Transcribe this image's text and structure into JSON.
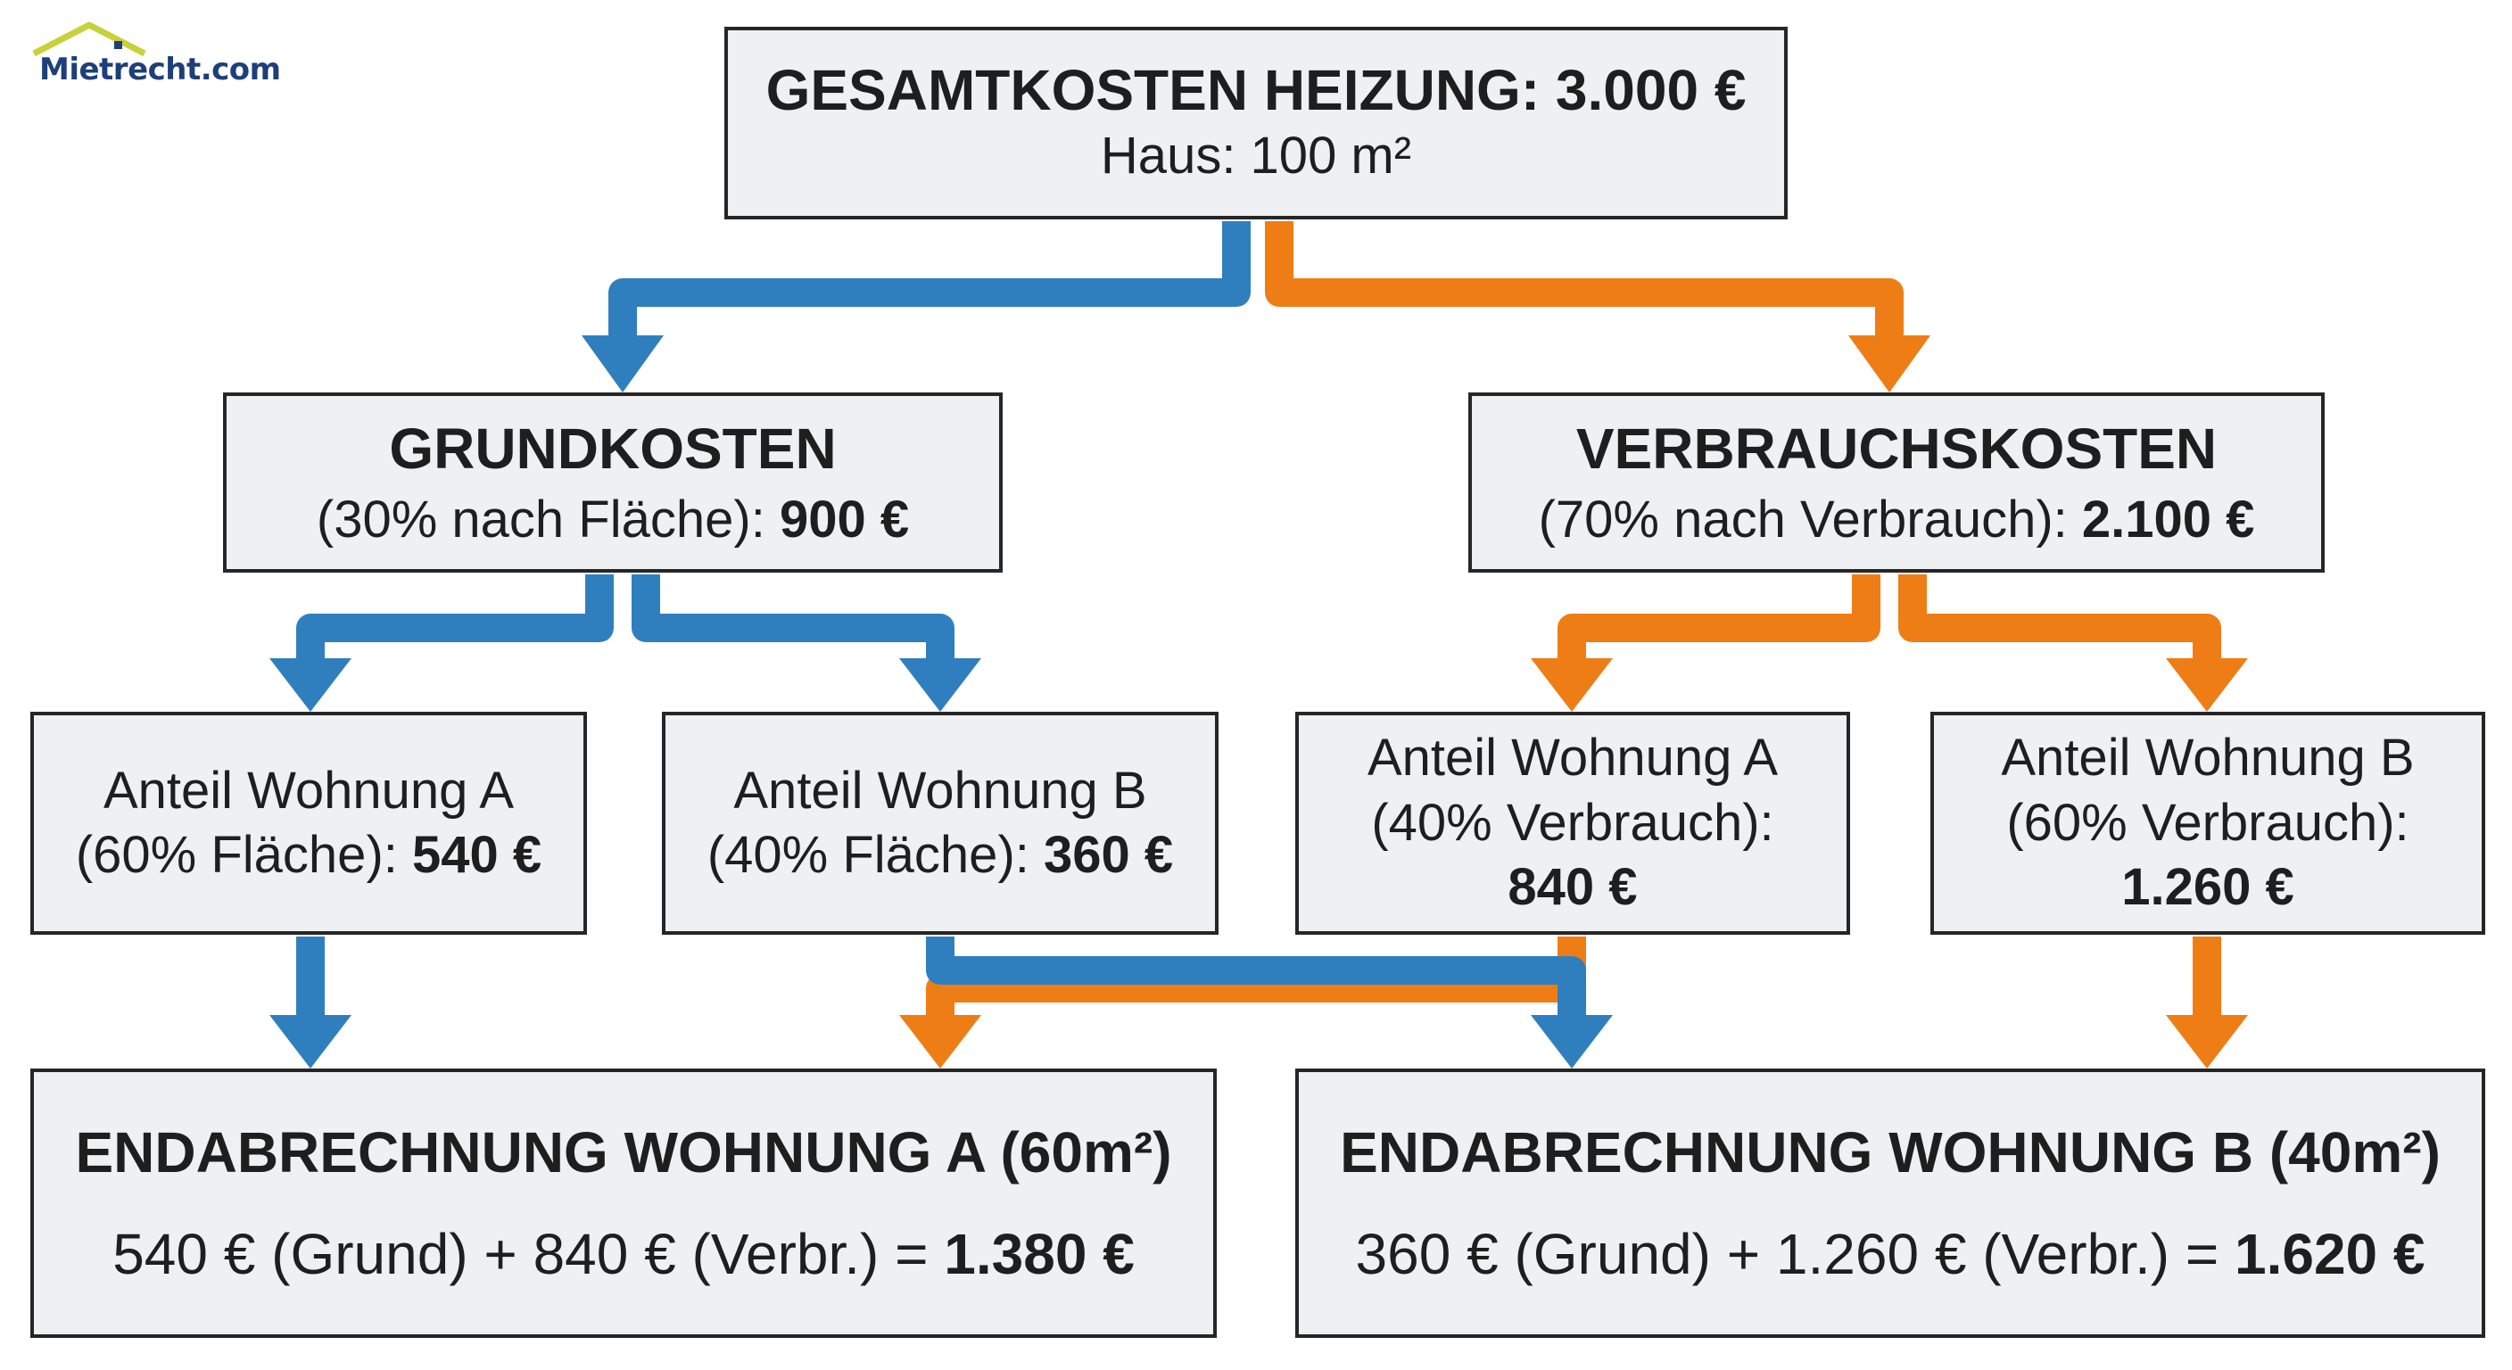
{
  "logo": {
    "text": "Mietrecht.com"
  },
  "colors": {
    "blue": "#2f7fbf",
    "orange": "#ef7d16",
    "box_bg": "#eef0f2",
    "border": "#262626",
    "logo_text": "#1d3f7a",
    "logo_roof": "#c9d13a"
  },
  "top": {
    "title": "GESAMTKOSTEN HEIZUNG: 3.000 €",
    "subtitle": "Haus: 100 m²"
  },
  "grundkosten": {
    "title": "GRUNDKOSTEN",
    "desc": "(30% nach Fläche): ",
    "value": "900 €"
  },
  "verbrauchskosten": {
    "title": "VERBRAUCHSKOSTEN",
    "desc": "(70% nach Verbrauch): ",
    "value": "2.100 €"
  },
  "grund_a": {
    "line1": "Anteil Wohnung A",
    "desc": "(60% Fläche): ",
    "value": "540 €"
  },
  "grund_b": {
    "line1": "Anteil Wohnung B",
    "desc": "(40% Fläche): ",
    "value": "360 €"
  },
  "verb_a": {
    "line1": "Anteil Wohnung A",
    "line2": "(40% Verbrauch):",
    "value": "840 €"
  },
  "verb_b": {
    "line1": "Anteil Wohnung B",
    "line2": "(60% Verbrauch):",
    "value": "1.260 €"
  },
  "final_a": {
    "title": "ENDABRECHNUNG WOHNUNG A (60m²)",
    "formula": "540 € (Grund) + 840 € (Verbr.) = ",
    "total": "1.380 €"
  },
  "final_b": {
    "title": "ENDABRECHNUNG WOHNUNG B (40m²)",
    "formula": "360 € (Grund) + 1.260 € (Verbr.) = ",
    "total": "1.620 €"
  }
}
